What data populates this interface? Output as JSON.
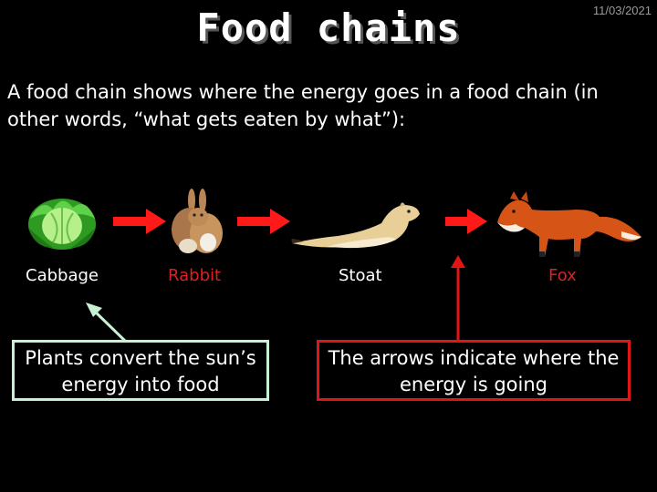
{
  "slide": {
    "title": "Food chains",
    "date": "11/03/2021",
    "intro": "A food chain shows where the energy goes in a food chain (in other words, “what gets eaten by what”):"
  },
  "chain": [
    {
      "name": "Cabbage",
      "icon": "cabbage-icon"
    },
    {
      "name": "Rabbit",
      "icon": "rabbit-icon"
    },
    {
      "name": "Stoat",
      "icon": "stoat-icon"
    },
    {
      "name": "Fox",
      "icon": "fox-icon"
    }
  ],
  "callouts": {
    "plants": "Plants convert the sun’s energy into food",
    "arrows": "The arrows indicate where the energy is going"
  },
  "colors": {
    "label_white": "#ffffff",
    "label_red": "#e02020",
    "arrow_red": "#ff1a1a",
    "callout_green": "#c8f0d2",
    "callout_red": "#e01515"
  }
}
